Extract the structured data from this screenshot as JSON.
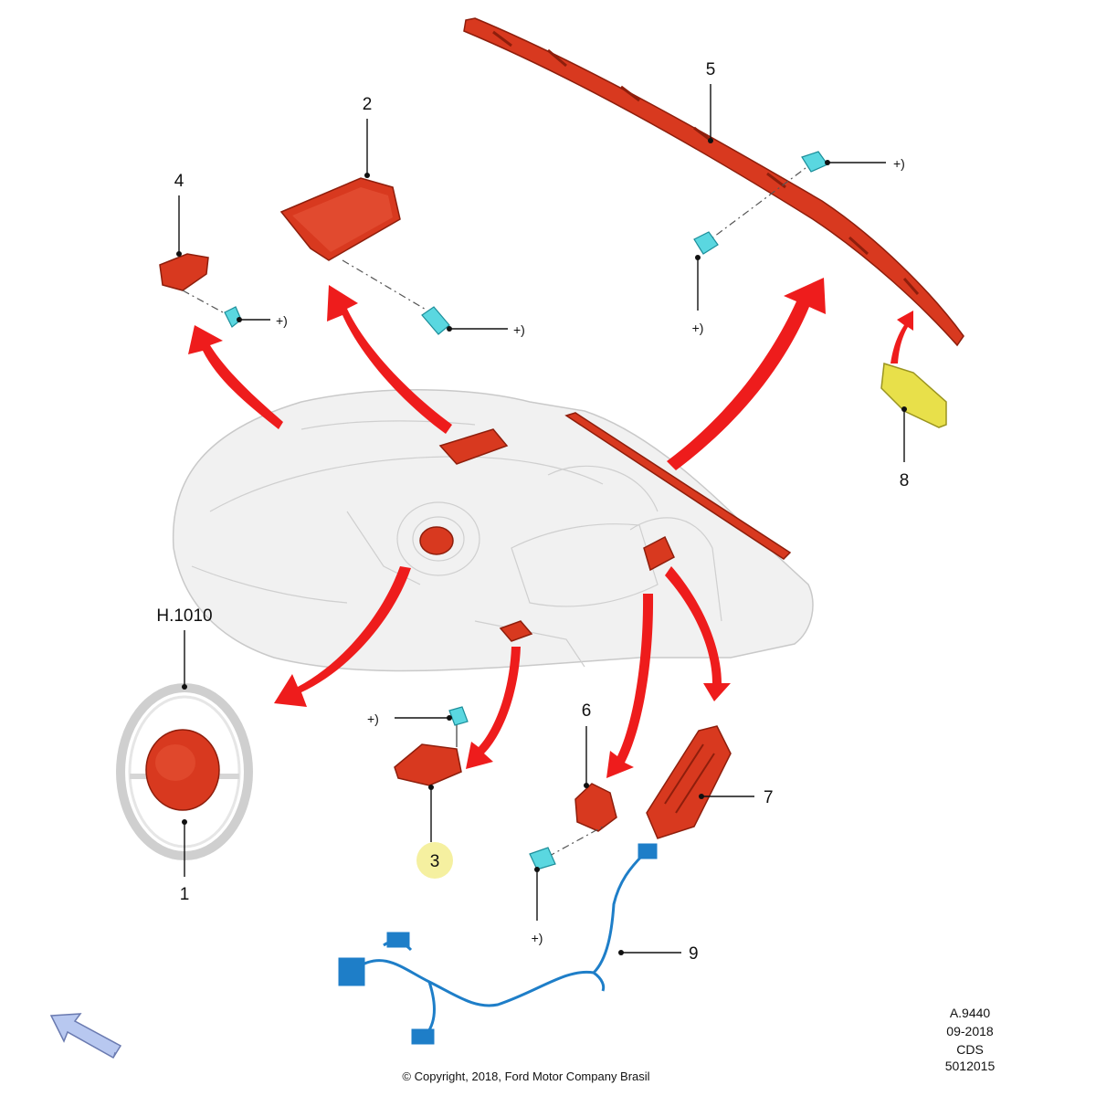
{
  "diagram": {
    "callouts": {
      "n1": "1",
      "n2": "2",
      "n3": "3",
      "n4": "4",
      "n5": "5",
      "n6": "6",
      "n7": "7",
      "n8": "8",
      "n9": "9",
      "steering_ref": "H.1010"
    },
    "fastener_mark": "+)",
    "highlight_color": "#f5f0a0",
    "part_color": "#d8391f",
    "fastener_color": "#5ad7e0",
    "harness_color": "#1e7ec8",
    "module8_color": "#e8e04a",
    "arrow_color": "#ee1c1c",
    "ref_block": {
      "line1": "A.9440",
      "line2": "09-2018",
      "line3": "CDS",
      "line4": "5012015"
    },
    "copyright": "© Copyright, 2018, Ford Motor Company Brasil",
    "nav_icon": "front-direction-arrow-icon"
  }
}
